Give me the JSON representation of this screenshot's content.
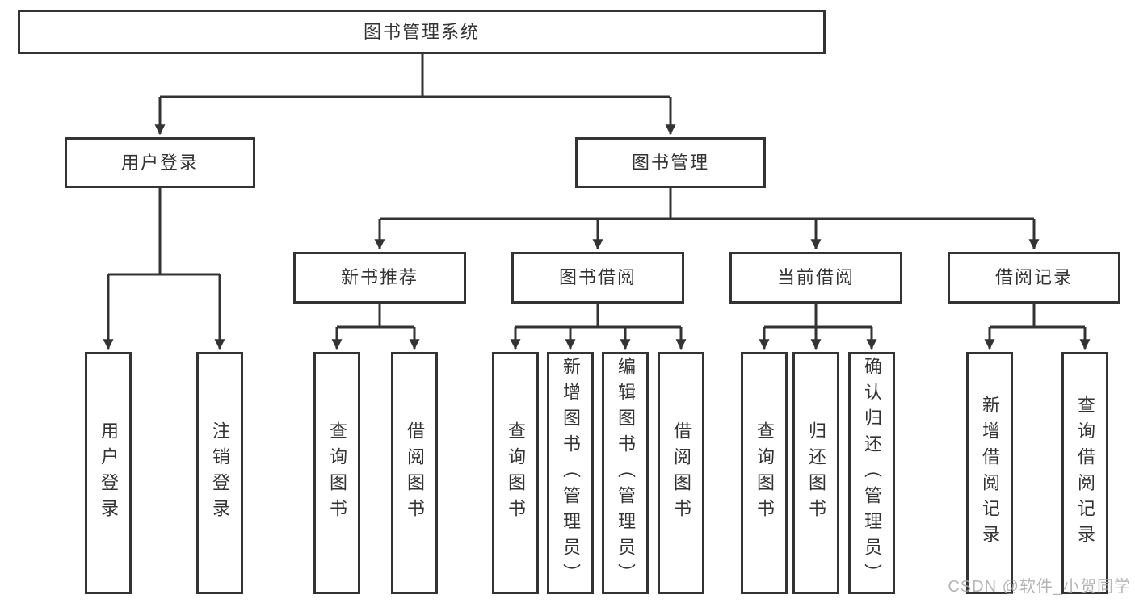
{
  "diagram": {
    "root": {
      "label": "图书管理系统"
    },
    "branches": [
      {
        "label": "用户登录",
        "children": [
          {
            "label": "用户登录"
          },
          {
            "label": "注销登录"
          }
        ]
      },
      {
        "label": "图书管理",
        "children": [
          {
            "label": "新书推荐",
            "children": [
              {
                "label": "查询图书"
              },
              {
                "label": "借阅图书"
              }
            ]
          },
          {
            "label": "图书借阅",
            "children": [
              {
                "label": "查询图书"
              },
              {
                "label": "新增图书（管理员）"
              },
              {
                "label": "编辑图书（管理员）"
              },
              {
                "label": "借阅图书"
              }
            ]
          },
          {
            "label": "当前借阅",
            "children": [
              {
                "label": "查询图书"
              },
              {
                "label": "归还图书"
              },
              {
                "label": "确认归还（管理员）"
              }
            ]
          },
          {
            "label": "借阅记录",
            "children": [
              {
                "label": "新增借阅记录"
              },
              {
                "label": "查询借阅记录"
              }
            ]
          }
        ]
      }
    ],
    "watermark": "CSDN @软件_小贺同学",
    "colors": {
      "background": "#ffffff",
      "line": "#333333",
      "box_border": "#333333",
      "box_fill": "#ffffff",
      "text": "#333333",
      "watermark": "#a9a9a9"
    }
  }
}
